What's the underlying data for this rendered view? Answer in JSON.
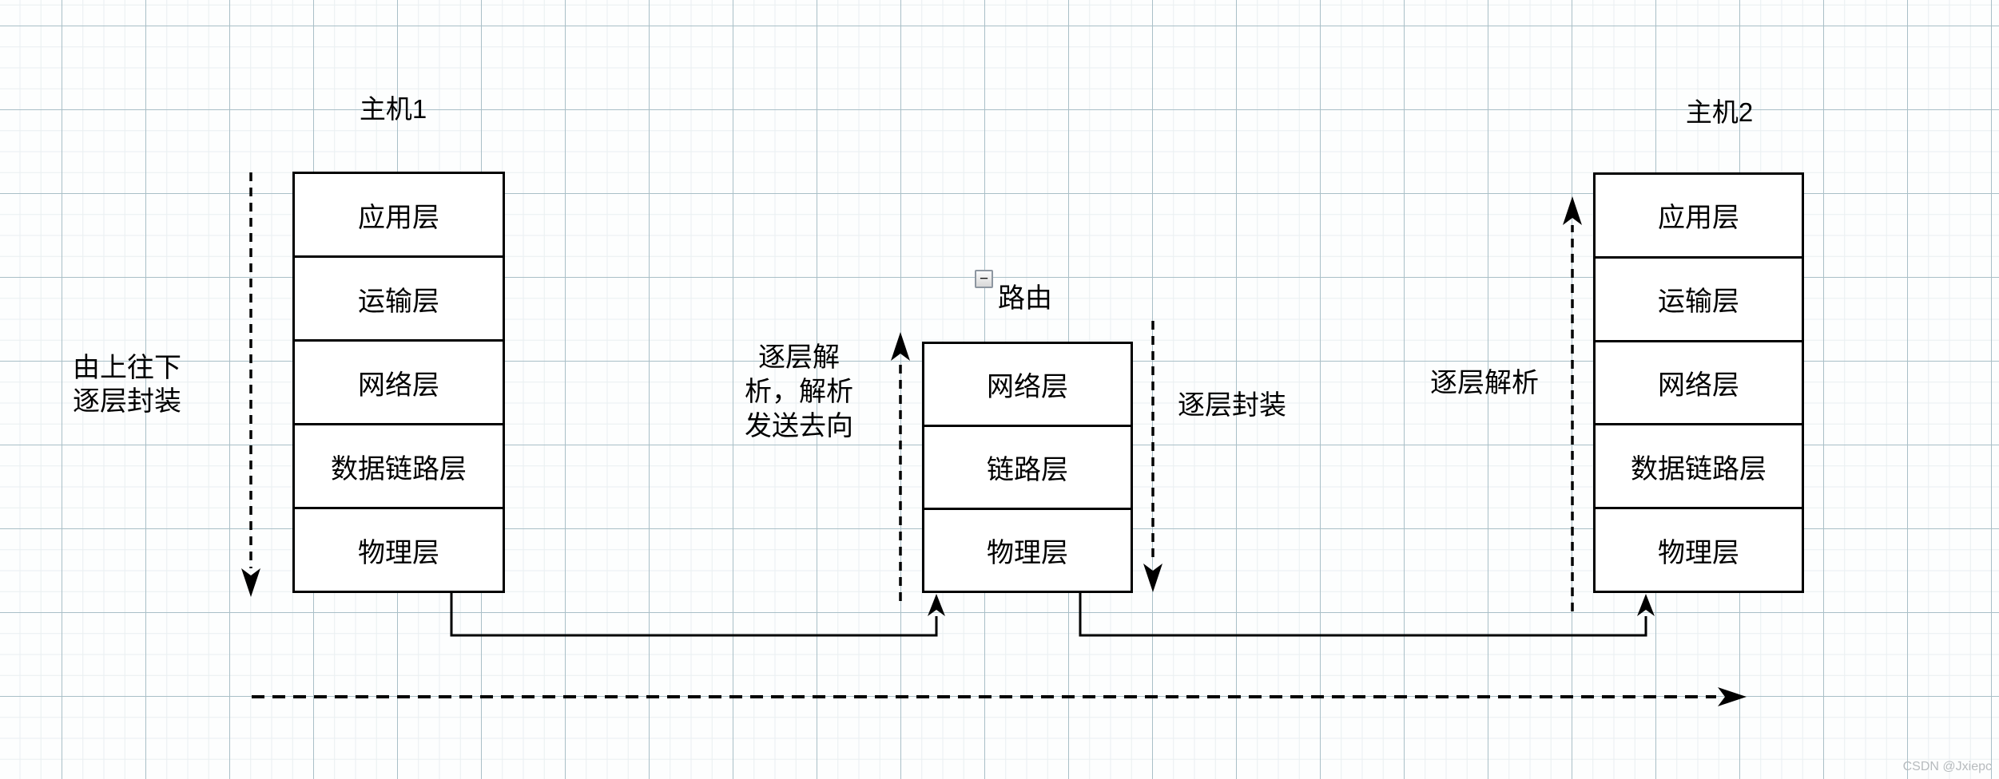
{
  "host1": {
    "title": "主机1",
    "layers": [
      "应用层",
      "运输层",
      "网络层",
      "数据链路层",
      "物理层"
    ]
  },
  "router": {
    "title": "路由",
    "collapse_glyph": "−",
    "layers": [
      "网络层",
      "链路层",
      "物理层"
    ]
  },
  "host2": {
    "title": "主机2",
    "layers": [
      "应用层",
      "运输层",
      "网络层",
      "数据链路层",
      "物理层"
    ]
  },
  "annotations": {
    "host1_side": {
      "lines": [
        "由上往下",
        "逐层封装"
      ]
    },
    "router_left": {
      "lines": [
        "逐层解",
        "析，解析",
        "发送去向"
      ]
    },
    "router_right": {
      "text": "逐层封装"
    },
    "host2_left": {
      "text": "逐层解析"
    }
  },
  "watermark": "CSDN @Jxiepc",
  "colors": {
    "stroke": "#000000",
    "grid_minor": "#e9eff1",
    "grid_major": "#a9bfc7",
    "watermark": "#b7bbbe"
  }
}
